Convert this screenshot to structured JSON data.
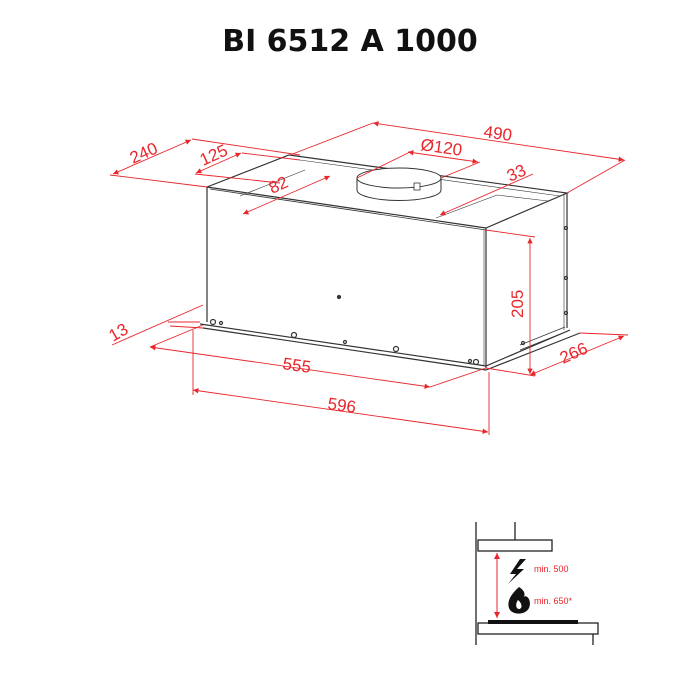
{
  "title": "BI 6512 A 1000",
  "colors": {
    "dimension": "#e8262b",
    "line": "#333333",
    "title": "#111111"
  },
  "dimensions": {
    "depth_total": "240",
    "depth_to_outlet": "125",
    "outlet_offset": "82",
    "width_top": "490",
    "outlet_diameter": "Ø120",
    "side_offset": "33",
    "height": "205",
    "depth_bottom": "266",
    "front_lip": "13",
    "width_inner": "555",
    "width_total": "596"
  },
  "installation": {
    "electric_label": "min. 500",
    "gas_label": "min. 650*",
    "electric_icon": "lightning-icon",
    "gas_icon": "flame-icon"
  }
}
